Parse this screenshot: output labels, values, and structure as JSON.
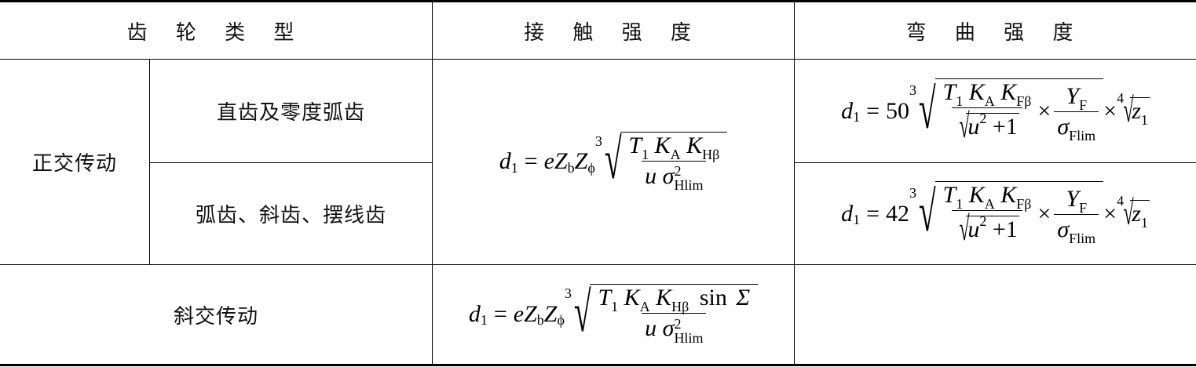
{
  "headers": {
    "gear_type": "齿 轮 类 型",
    "contact_strength": "接 触 强 度",
    "bending_strength": "弯 曲 强 度"
  },
  "rows": {
    "orthogonal": "正交传动",
    "straight_zero": "直齿及零度弧齿",
    "spiral_helical": "弧齿、斜齿、摆线齿",
    "skew": "斜交传动"
  },
  "formulas": {
    "contact_orthogonal": {
      "lhs": "d",
      "lhs_sub": "1",
      "eq": "=",
      "coef": "e",
      "Zb": "Z",
      "Zb_sub": "b",
      "Zphi": "Z",
      "Zphi_sub": "ϕ",
      "root_index": "3",
      "num": {
        "T": "T",
        "T_sub": "1",
        "KA": "K",
        "KA_sub": "A",
        "KH": "K",
        "KH_sub": "Hβ"
      },
      "den": {
        "u": "u",
        "sigma": "σ",
        "sigma_sup": "2",
        "sigma_sub": "Hlim"
      }
    },
    "bending_straight": {
      "lhs": "d",
      "lhs_sub": "1",
      "eq": "=",
      "coef": "50",
      "root_index": "3",
      "num": {
        "T": "T",
        "T_sub": "1",
        "KA": "K",
        "KA_sub": "A",
        "KF": "K",
        "KF_sub": "Fβ"
      },
      "den": {
        "u": "u",
        "u_sup": "2",
        "plus_one": "+1"
      },
      "times1": "×",
      "frac2": {
        "Y": "Y",
        "Y_sub": "F",
        "sigma": "σ",
        "sigma_sub": "Flim"
      },
      "times2": "×",
      "root2_index": "4",
      "z": "z",
      "z_sub": "1"
    },
    "bending_spiral": {
      "lhs": "d",
      "lhs_sub": "1",
      "eq": "=",
      "coef": "42",
      "root_index": "3",
      "num": {
        "T": "T",
        "T_sub": "1",
        "KA": "K",
        "KA_sub": "A",
        "KF": "K",
        "KF_sub": "Fβ"
      },
      "den": {
        "u": "u",
        "u_sup": "2",
        "plus_one": "+1"
      },
      "times1": "×",
      "frac2": {
        "Y": "Y",
        "Y_sub": "F",
        "sigma": "σ",
        "sigma_sub": "Flim"
      },
      "times2": "×",
      "root2_index": "4",
      "z": "z",
      "z_sub": "1"
    },
    "contact_skew": {
      "lhs": "d",
      "lhs_sub": "1",
      "eq": "=",
      "coef": "e",
      "Zb": "Z",
      "Zb_sub": "b",
      "Zphi": "Z",
      "Zphi_sub": "ϕ",
      "root_index": "3",
      "num": {
        "T": "T",
        "T_sub": "1",
        "KA": "K",
        "KA_sub": "A",
        "KH": "K",
        "KH_sub": "Hβ",
        "sin": "sin",
        "Sigma": "Σ"
      },
      "den": {
        "u": "u",
        "sigma": "σ",
        "sigma_sup": "2",
        "sigma_sub": "Hlim"
      }
    }
  }
}
